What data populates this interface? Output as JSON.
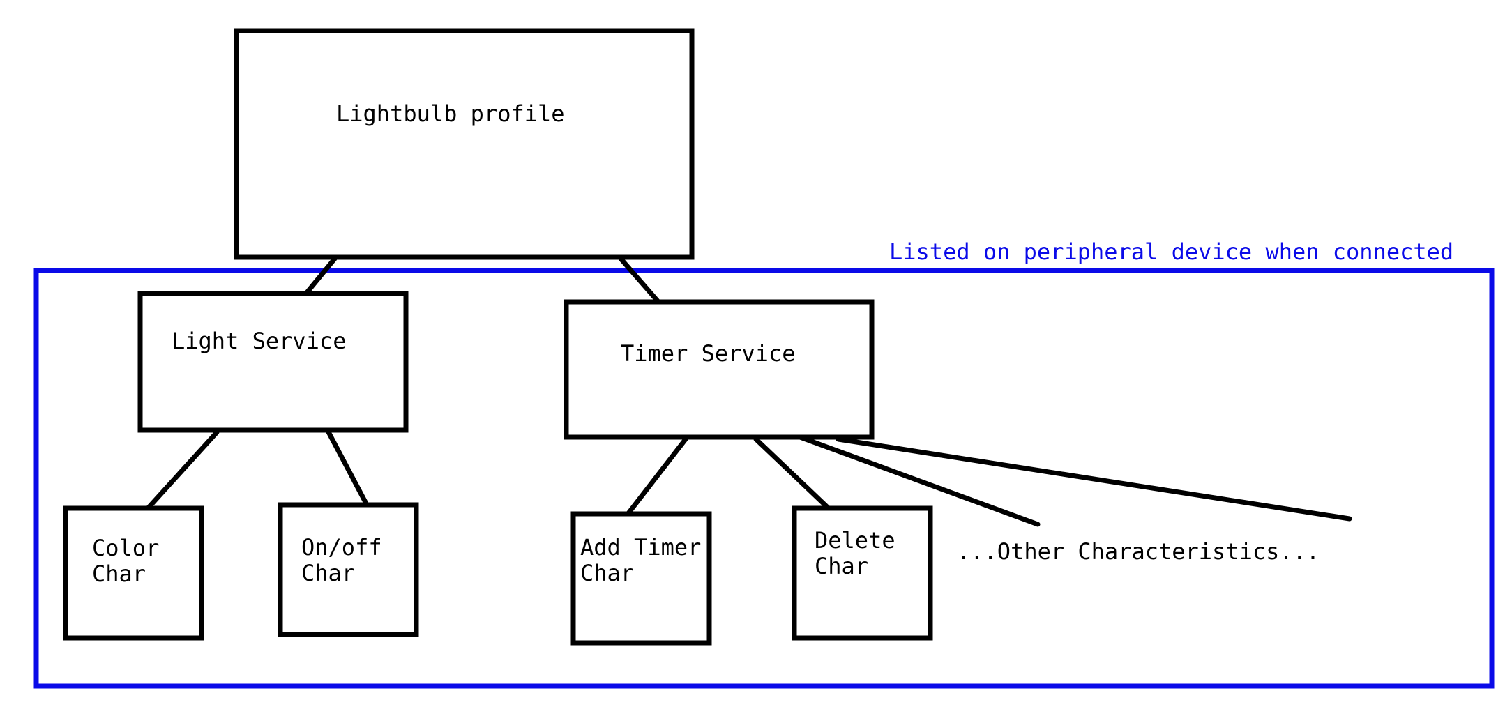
{
  "region": {
    "label": "Listed on peripheral device when connected",
    "color": "#0a0ae8"
  },
  "nodes": {
    "profile": {
      "label": "Lightbulb profile"
    },
    "light_service": {
      "label": "Light Service"
    },
    "timer_service": {
      "label": "Timer Service"
    },
    "color_char": {
      "line1": "Color",
      "line2": "Char"
    },
    "onoff_char": {
      "line1": "On/off",
      "line2": "Char"
    },
    "add_timer_char": {
      "line1": "Add Timer",
      "line2": "Char"
    },
    "delete_char": {
      "line1": "Delete",
      "line2": "Char"
    },
    "other_chars": {
      "label": "...Other Characteristics..."
    }
  }
}
